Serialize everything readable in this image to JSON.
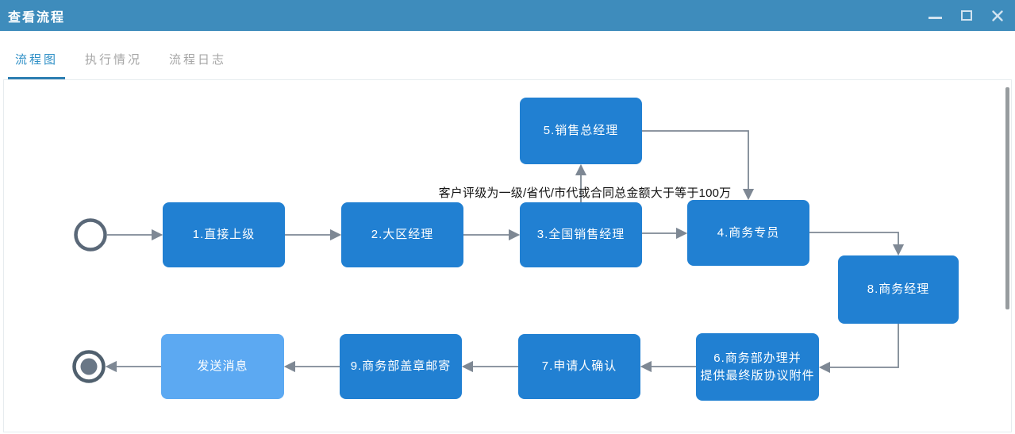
{
  "titlebar": {
    "title": "查看流程",
    "icons": [
      {
        "name": "minimize-icon"
      },
      {
        "name": "maximize-icon"
      },
      {
        "name": "close-icon"
      }
    ]
  },
  "tabs": [
    {
      "label": "流程图",
      "active": true
    },
    {
      "label": "执行情况",
      "active": false
    },
    {
      "label": "流程日志",
      "active": false
    }
  ],
  "flowchart": {
    "annotation": "客户评级为一级/省代/市代或合同总金额大于等于100万",
    "nodes": {
      "start": {
        "type": "start-event"
      },
      "n1": {
        "label": "1.直接上级"
      },
      "n2": {
        "label": "2.大区经理"
      },
      "n3": {
        "label": "3.全国销售经理"
      },
      "n4": {
        "label": "4.商务专员"
      },
      "n5": {
        "label": "5.销售总经理"
      },
      "n6": {
        "label": "6.商务部办理并\n提供最终版协议附件"
      },
      "n7": {
        "label": "7.申请人确认"
      },
      "n8": {
        "label": "8.商务经理"
      },
      "n9": {
        "label": "9.商务部盖章邮寄"
      },
      "send": {
        "label": "发送消息",
        "variant": "light"
      },
      "end": {
        "type": "end-event"
      }
    },
    "edges": [
      {
        "from": "start",
        "to": "n1"
      },
      {
        "from": "n1",
        "to": "n2"
      },
      {
        "from": "n2",
        "to": "n3"
      },
      {
        "from": "n3",
        "to": "n4"
      },
      {
        "from": "n3",
        "to": "n5"
      },
      {
        "from": "n5",
        "to": "n4"
      },
      {
        "from": "n4",
        "to": "n8"
      },
      {
        "from": "n8",
        "to": "n6"
      },
      {
        "from": "n6",
        "to": "n7"
      },
      {
        "from": "n7",
        "to": "n9"
      },
      {
        "from": "n9",
        "to": "send"
      },
      {
        "from": "send",
        "to": "end"
      }
    ]
  },
  "colors": {
    "titlebar_bg": "#3E8CBC",
    "tab_active": "#2E8FC6",
    "tab_underline": "#2E7FB2",
    "tab_inactive": "#A6A6A6",
    "node_blue": "#2180D2",
    "node_light_blue": "#5CA9F2",
    "node_text": "#FFFFFF",
    "edge_gray": "#7E8894",
    "event_stroke": "#5A6878",
    "end_event_fill": "#697786",
    "annotation_text": "#121212",
    "canvas_border": "#E7ECEF",
    "scrollbar_thumb": "#979C9F"
  }
}
